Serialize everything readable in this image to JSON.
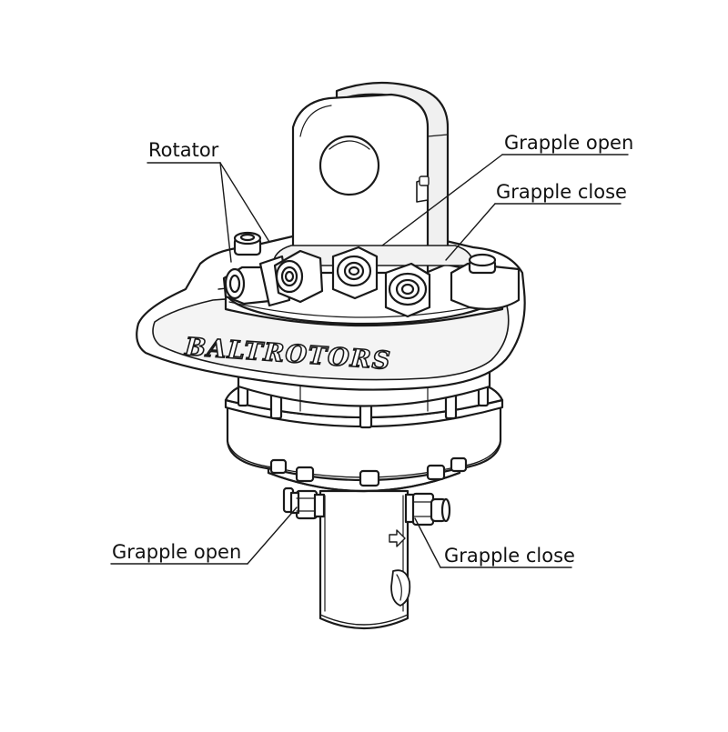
{
  "labels": {
    "rotator": "Rotator",
    "grapple_open_top": "Grapple open",
    "grapple_close_top": "Grapple close",
    "grapple_open_bottom": "Grapple open",
    "grapple_close_bottom": "Grapple close"
  },
  "brand": {
    "logo_text": "BALTROTORS"
  },
  "colors": {
    "line": "#1a1a1a",
    "fill": "#ffffff",
    "shade": "#e9e9e9",
    "dark": "#555555"
  }
}
